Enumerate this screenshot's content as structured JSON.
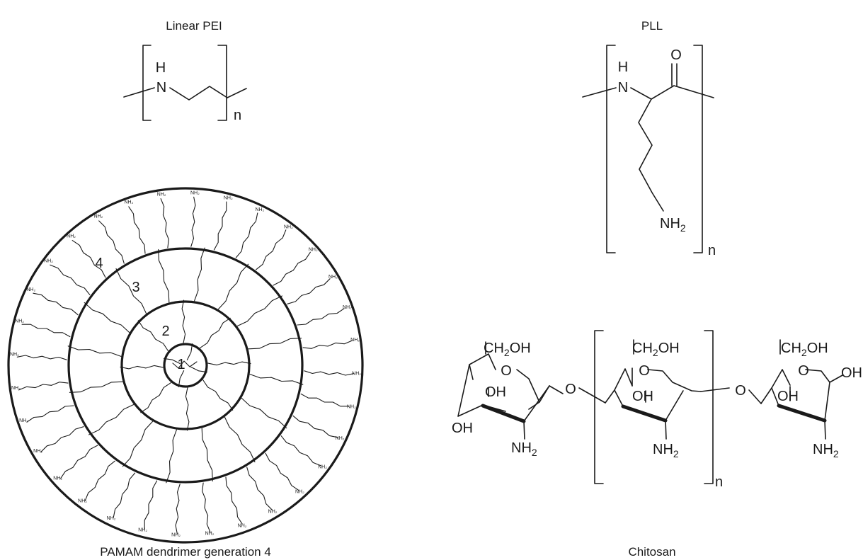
{
  "captions": {
    "linear_pei": "Linear PEI",
    "pll": "PLL",
    "pamam": "PAMAM dendrimer generation 4",
    "chitosan": "Chitosan"
  },
  "atoms": {
    "h": "H",
    "n": "N",
    "o": "O",
    "oh": "OH",
    "nh2": "NH",
    "sub2": "2",
    "ch2oh": "CH",
    "ch2oh_tail": "OH",
    "repeat_n": "n",
    "end_group": "NH₂"
  },
  "generations": [
    "1",
    "2",
    "3",
    "4"
  ]
}
